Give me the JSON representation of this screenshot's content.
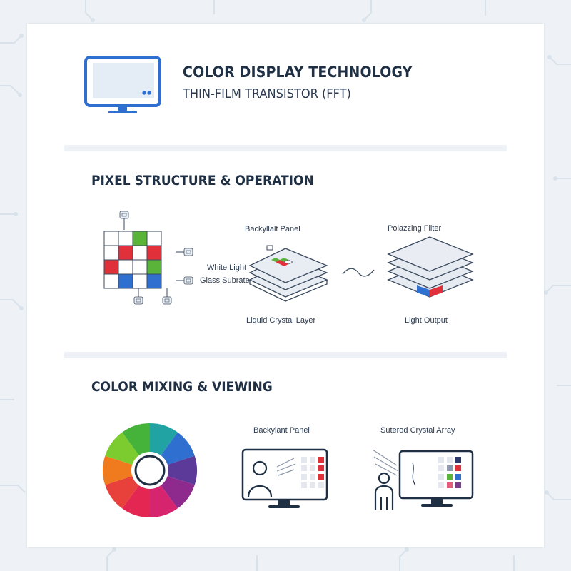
{
  "header": {
    "title": "COLOR DISPLAY TECHNOLOGY",
    "subtitle": "THIN-FILM TRANSISTOR (FFT)"
  },
  "pixel_section": {
    "heading": "PIXEL STRUCTURE & OPERATION",
    "labels": {
      "backlight_panel": "Backyllalt Panel",
      "white_light": "White Light",
      "glass_substrate": "Glass Subrate",
      "liquid_crystal_layer": "Liquid Crystal Layer",
      "polarizing_filter": "Polazzing Filter",
      "light_output": "Light Output"
    },
    "grid_cells": [
      [
        "white",
        "white",
        "green",
        "white"
      ],
      [
        "white",
        "red",
        "white",
        "red"
      ],
      [
        "red",
        "white",
        "white",
        "green"
      ],
      [
        "white",
        "blue",
        "white",
        "blue"
      ]
    ]
  },
  "mixing_section": {
    "heading": "COLOR MIXING & VIEWING",
    "labels": {
      "backlight_panel": "Backylant Panel",
      "crystal_array": "Suterod Crystal Array"
    },
    "wheel_colors": [
      "#21a3a3",
      "#2f6fd0",
      "#5b3a9a",
      "#8e2a8e",
      "#d6246f",
      "#e32752",
      "#e8403a",
      "#f07a1e",
      "#7ccb2f",
      "#45b23a"
    ]
  },
  "colors": {
    "accent": "#2f6fd0",
    "red": "#e0313b",
    "green": "#5bb43a",
    "blue": "#2f6fd0",
    "text": "#1f2f44"
  }
}
